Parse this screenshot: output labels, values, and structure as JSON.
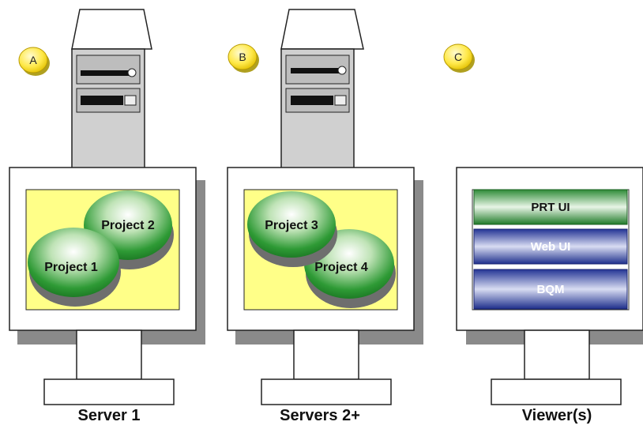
{
  "colors": {
    "screen_background": "#ffff88",
    "project_green": "#1f8a2a",
    "bar_green": "#2e8b37",
    "bar_blue": "#2f3fa0",
    "badge_yellow": "#ffee55",
    "shadow_gray": "#8a8a8a"
  },
  "stations": [
    {
      "badge": "A",
      "caption": "Server 1",
      "projects": [
        "Project 2",
        "Project 1"
      ]
    },
    {
      "badge": "B",
      "caption": "Servers 2+",
      "projects": [
        "Project 3",
        "Project 4"
      ]
    },
    {
      "badge": "C",
      "caption": "Viewer(s)",
      "bars": [
        "PRT UI",
        "Web UI",
        "BQM"
      ]
    }
  ]
}
